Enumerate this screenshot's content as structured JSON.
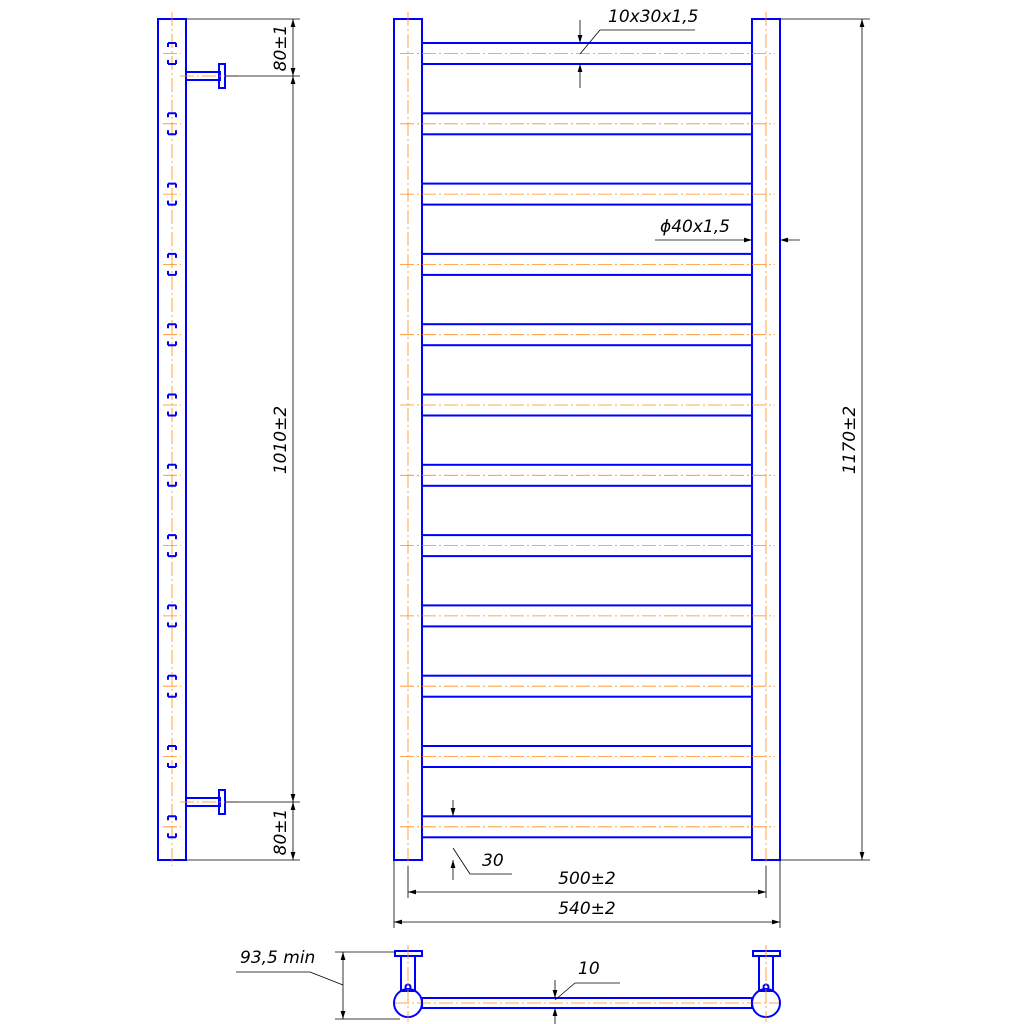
{
  "drawing": {
    "rung_count": 12,
    "dimensions": {
      "top_gap_side": "80±1",
      "mount_spacing": "1010±2",
      "bottom_gap_side": "80±1",
      "rung_profile": "10x30x1,5",
      "rail_tube": "ϕ40x1,5",
      "total_height": "1170±2",
      "bottom_offset": "30",
      "center_width": "500±2",
      "total_width": "540±2",
      "wall_distance": "93,5 min",
      "rung_thickness": "10"
    },
    "colors": {
      "outline": "#0000ff",
      "centerline": "#ff8c1a",
      "dimension": "#000000"
    }
  }
}
